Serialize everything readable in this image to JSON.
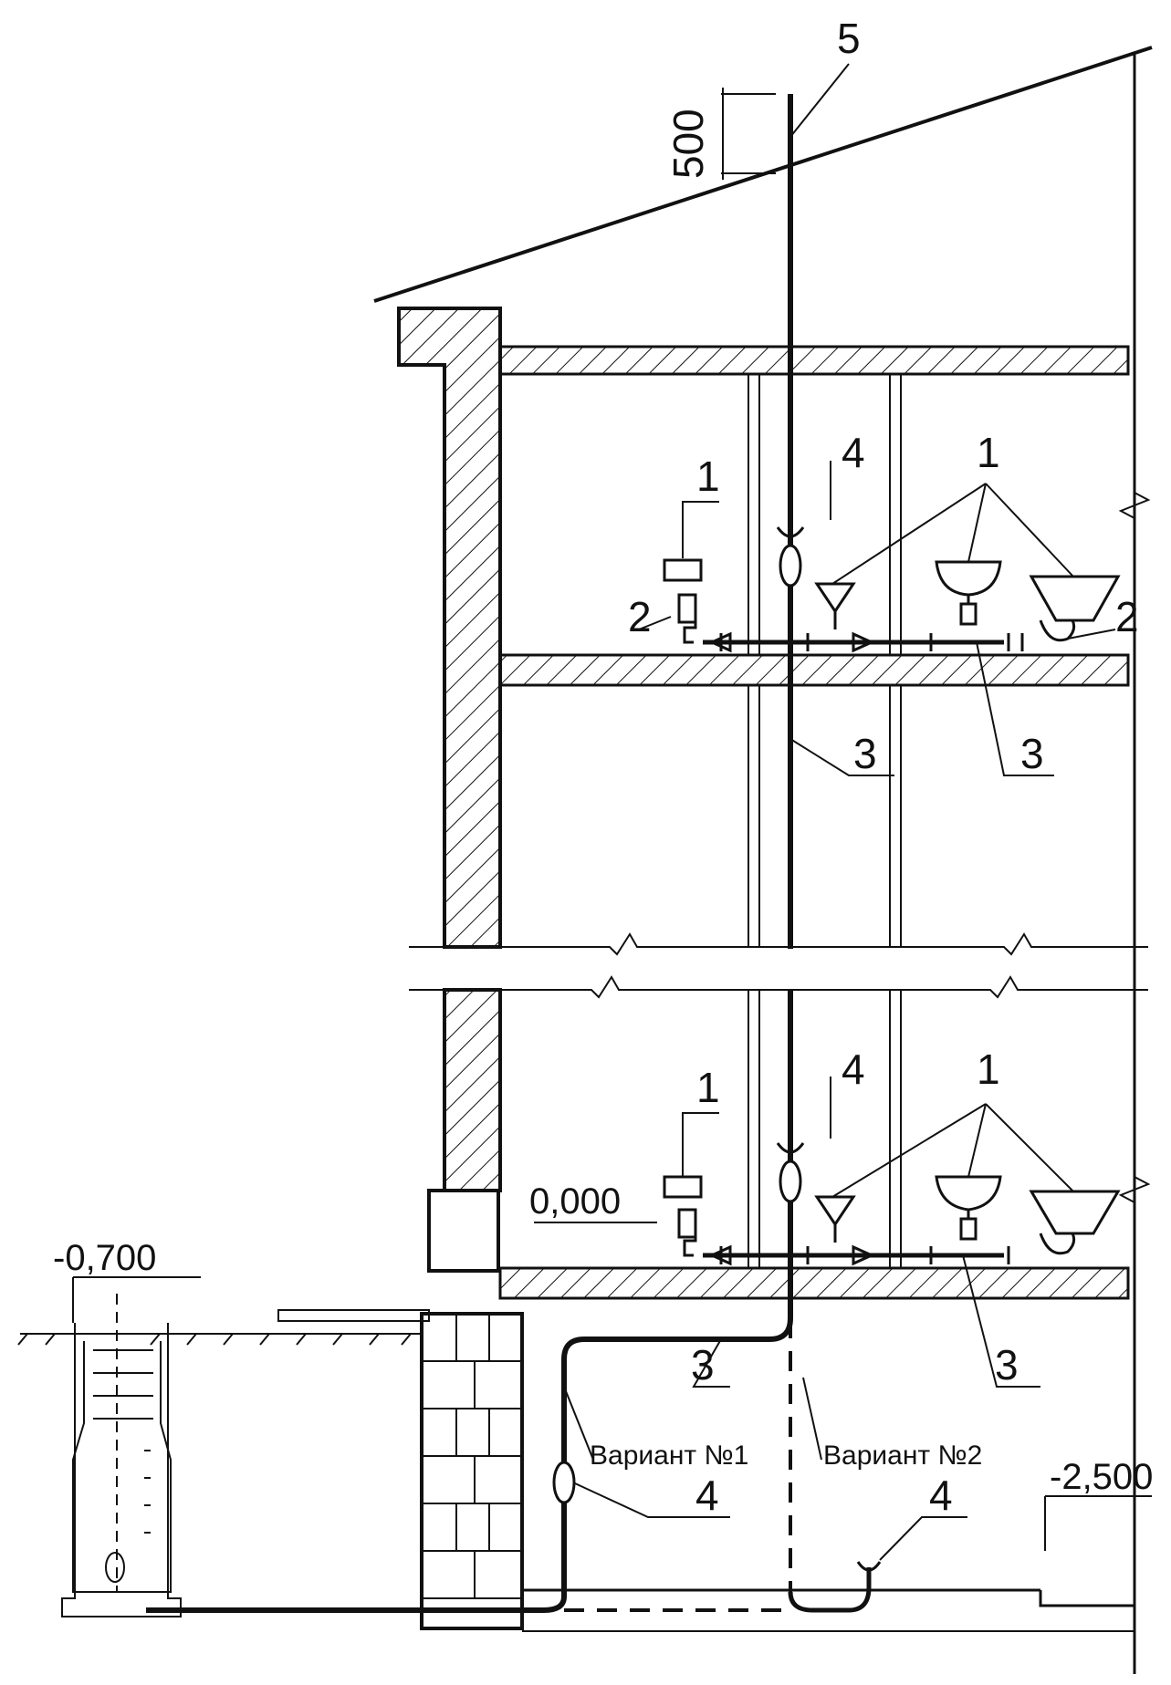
{
  "callouts": {
    "vent_stack": "5",
    "height_above_roof": "500",
    "upper_floor": {
      "fixture_left": "1",
      "fixture_right": "1",
      "seal_left": "2",
      "seal_right": "2",
      "revision": "4",
      "pipe_riser": "3",
      "pipe_branch": "3"
    },
    "ground_floor": {
      "fixture_left": "1",
      "fixture_right": "1",
      "revision": "4",
      "pipe_branch": "3"
    },
    "basement": {
      "pipe": "3",
      "revision_vertical": "4",
      "revision_bottom": "4",
      "variant_1": "Вариант №1",
      "variant_2": "Вариант №2"
    }
  },
  "elevations": {
    "ground_level": "-0,700",
    "floor_zero": "0,000",
    "basement": "-2,500"
  }
}
